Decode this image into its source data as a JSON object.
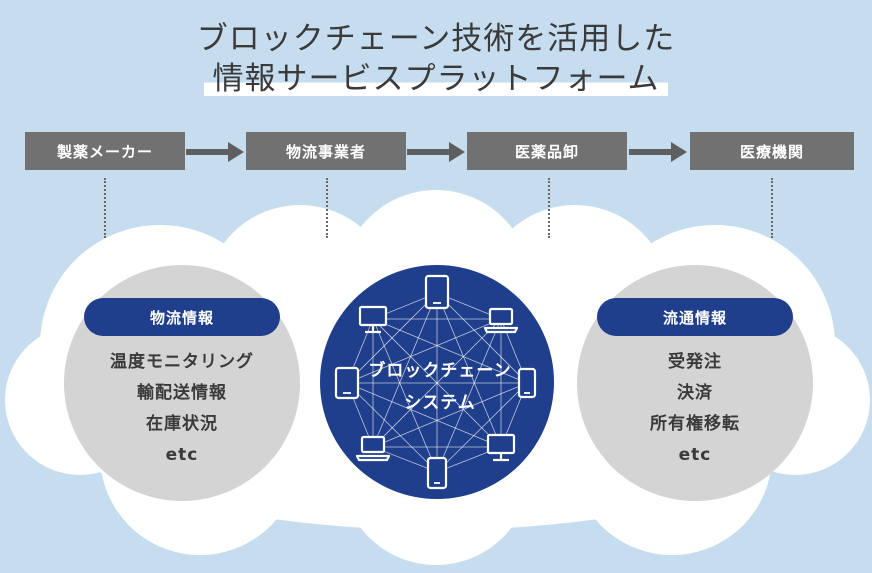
{
  "title": {
    "line1": "ブロックチェーン技術を活用した",
    "line2": "情報サービスプラットフォーム"
  },
  "stages": [
    "製薬メーカー",
    "物流事業者",
    "医薬品卸",
    "医療機関"
  ],
  "left_panel": {
    "label": "物流情報",
    "items": [
      "温度モニタリング",
      "輸配送情報",
      "在庫状況",
      "etc"
    ]
  },
  "center": {
    "line1": "ブロックチェーン",
    "line2": "システム"
  },
  "right_panel": {
    "label": "流通情報",
    "items": [
      "受発注",
      "決済",
      "所有権移転",
      "etc"
    ]
  },
  "colors": {
    "background": "#c6ddef",
    "stage_box": "#717171",
    "navy": "#1f3f8c",
    "circle_gray": "#d4d4d4",
    "cloud": "#ffffff"
  },
  "icons": [
    "tablet-icon",
    "laptop-icon",
    "smartphone-icon",
    "monitor-icon"
  ]
}
